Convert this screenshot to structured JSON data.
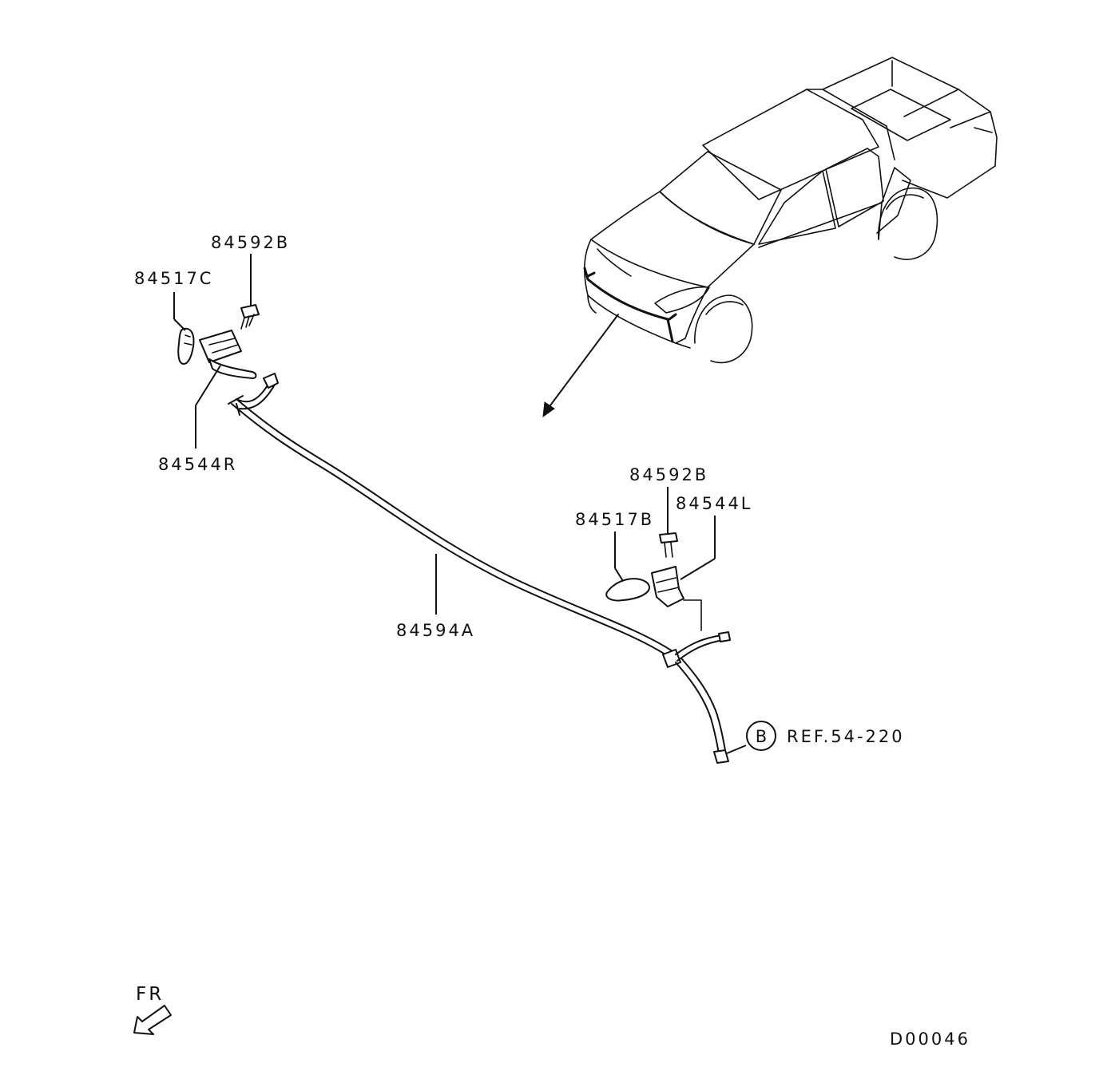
{
  "labels": {
    "clip_top": "84592B",
    "cover_right": "84517C",
    "nozzle_right": "84544R",
    "clip_left_side": "84592B",
    "nozzle_left": "84544L",
    "cover_left": "84517B",
    "hose": "84594A",
    "ref_letter": "B",
    "ref_text": "REF.54-220",
    "front_indicator": "FR",
    "diagram_code": "D00046"
  },
  "colors": {
    "ink": "#111111",
    "background": "#ffffff"
  },
  "icons": {
    "front_arrow": "front-direction-arrow-icon"
  }
}
